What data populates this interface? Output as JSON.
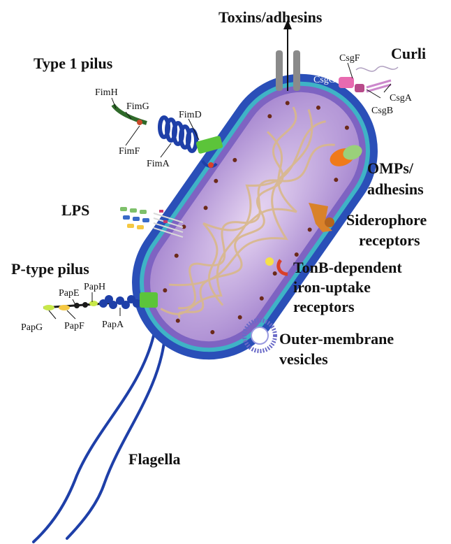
{
  "labels": {
    "toxins": "Toxins/adhesins",
    "type1_pilus": "Type 1 pilus",
    "curli": "Curli",
    "omps_line1": "OMPs/",
    "omps_line2": "adhesins",
    "lps": "LPS",
    "siderophore_line1": "Siderophore",
    "siderophore_line2": "receptors",
    "ptype_pilus": "P-type pilus",
    "tonb_line1": "TonB-dependent",
    "tonb_line2": "iron-uptake",
    "tonb_line3": "receptors",
    "omv_line1": "Outer-membrane",
    "omv_line2": "vesicles",
    "flagella": "Flagella"
  },
  "proteins": {
    "fimH": "FimH",
    "fimG": "FimG",
    "fimF": "FimF",
    "fimA": "FimA",
    "fimD": "FimD",
    "csgF": "CsgF",
    "csgG": "CsgG",
    "csgA": "CsgA",
    "csgB": "CsgB",
    "papE": "PapE",
    "papH": "PapH",
    "papG": "PapG",
    "papF": "PapF",
    "papA": "PapA"
  },
  "colors": {
    "outer_membrane": "#2a4fb8",
    "periplasm": "#3fb3c6",
    "cytoplasm": "#c7a8e0",
    "nucleoid": "#d9b88a",
    "granules": "#6b2a1a",
    "fim_green": "#5cc43a",
    "omp_orange": "#f07a1a",
    "siderophore": "#d9822a",
    "curli_pink": "#e86ab0"
  }
}
